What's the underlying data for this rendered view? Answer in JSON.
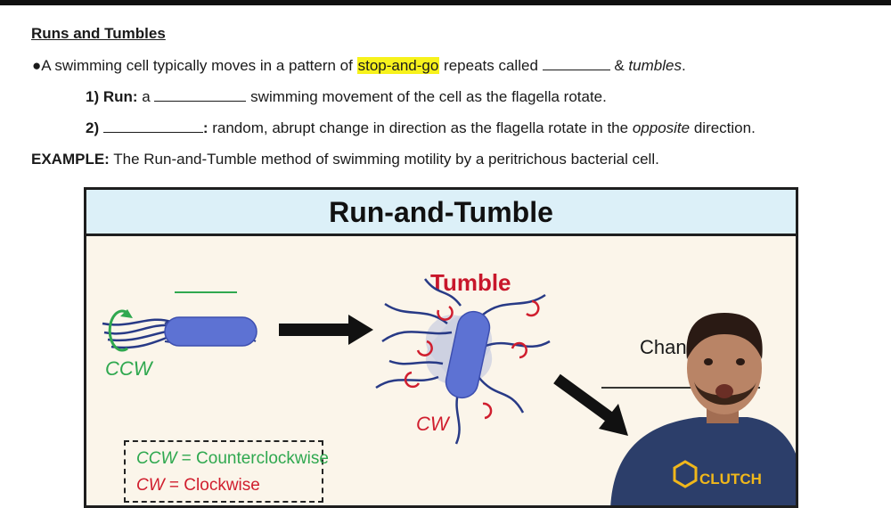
{
  "heading": "Runs and Tumbles",
  "bullet": {
    "marker": "●",
    "text_before": "A swimming cell typically moves in a pattern of ",
    "highlight": "stop-and-go",
    "text_after": " repeats called ",
    "amp": " & ",
    "italic_word": "tumbles",
    "period": "."
  },
  "item1": {
    "number": "1) Run:",
    "text_before": " a ",
    "text_after": " swimming movement of the cell as the flagella rotate."
  },
  "item2": {
    "number": "2) ",
    "colon": ":",
    "text_before": " random, abrupt change in direction as the flagella rotate in the ",
    "italic_word": "opposite",
    "text_after": " direction."
  },
  "example": {
    "label": "EXAMPLE:",
    "text": " The Run-and-Tumble method of swimming motility by a peritrichous bacterial cell."
  },
  "diagram": {
    "title": "Run-and-Tumble",
    "tumble_label": "Tumble",
    "ccw_label": "CCW",
    "cw_label": "CW",
    "change_label": "Change",
    "legend": {
      "ccw_abbr": "CCW",
      "ccw_text": " = Counterclockwise",
      "cw_abbr": "CW",
      "cw_text": " = Clockwise"
    },
    "badge_text": "CLUTCH"
  },
  "colors": {
    "highlight": "#f7f21c",
    "cell_blue": "#5d72d3",
    "flagella_navy": "#283a86",
    "ccw_green": "#2fa84f",
    "cw_red": "#d01e2e",
    "panel_header": "#dcf0f8",
    "panel_bg": "#fbf5ea"
  }
}
